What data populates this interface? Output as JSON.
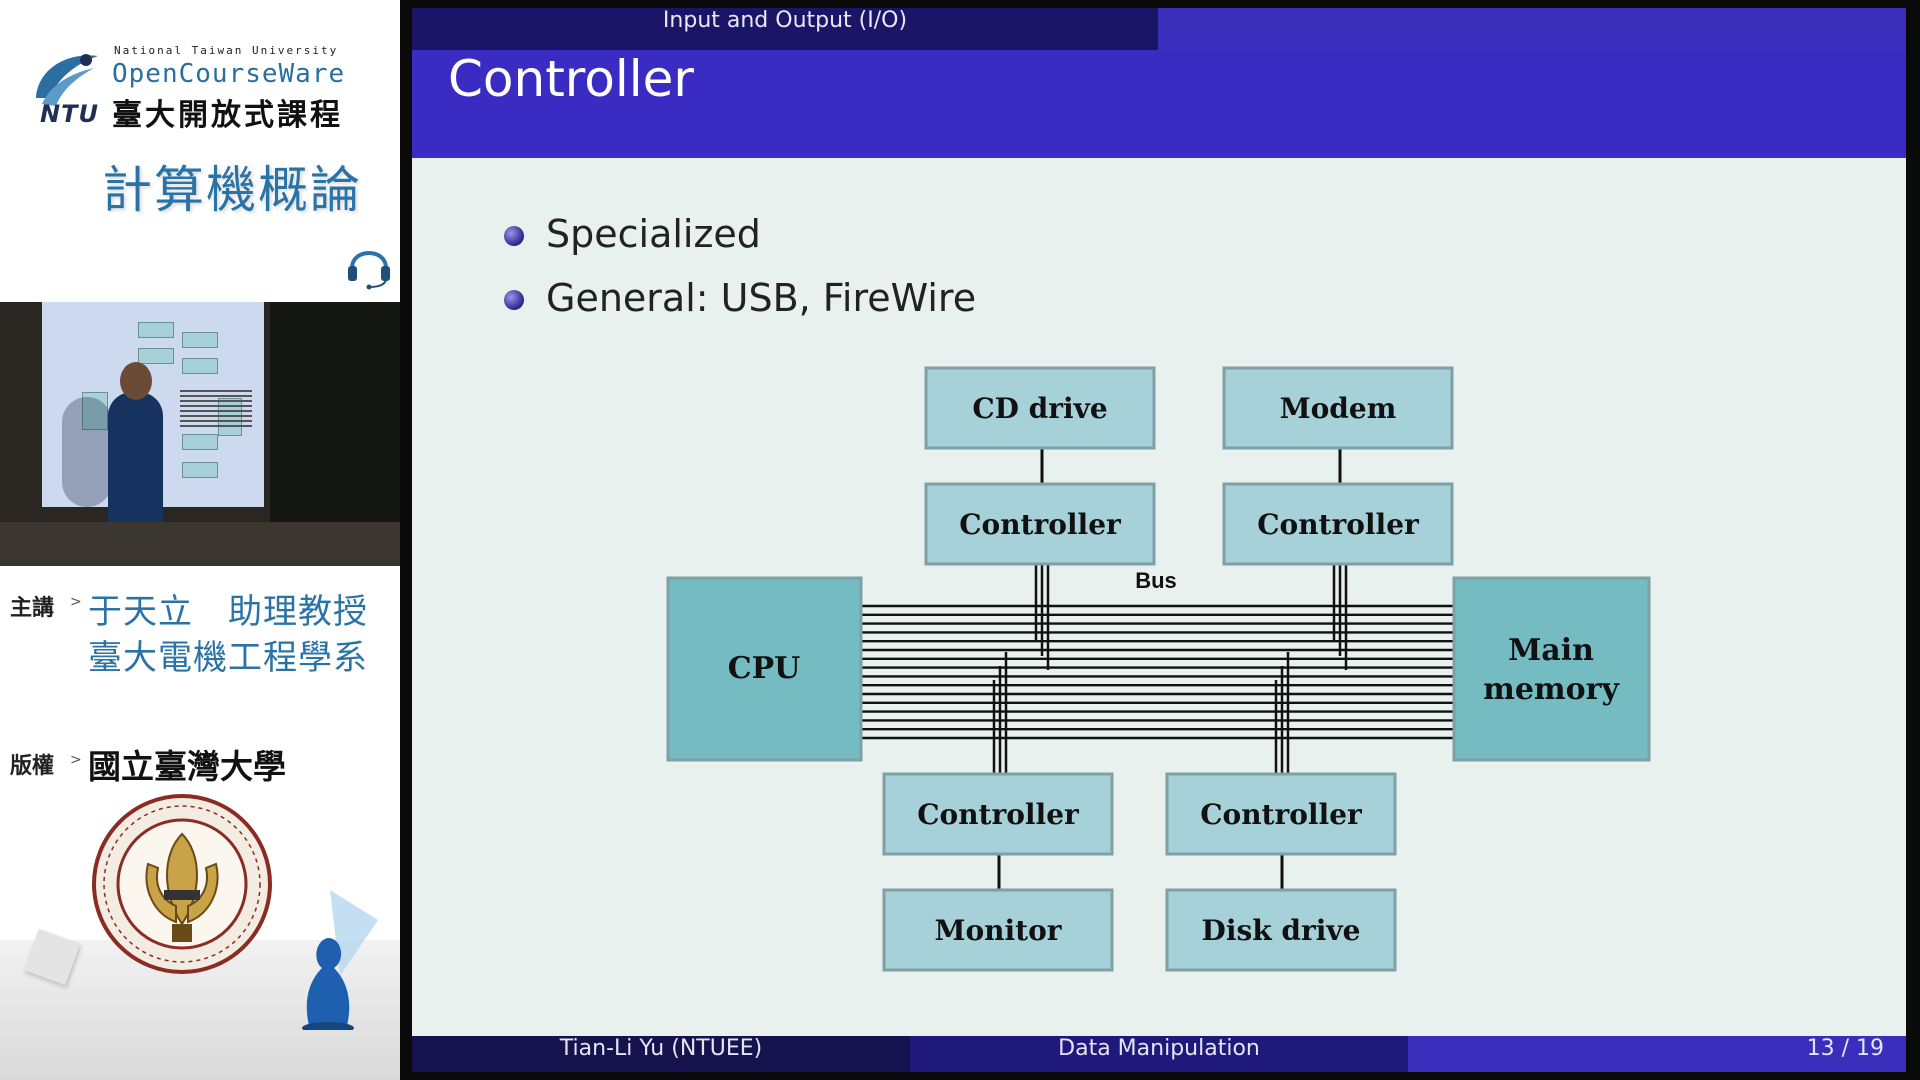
{
  "ocw": {
    "university_en": "National Taiwan University",
    "ocw_name": "OpenCourseWare",
    "ocw_name_cn": "臺大開放式課程",
    "logo_text": "NTU",
    "course_title": "計算機概論",
    "lecturer_label": "主講",
    "lecturer_name": "于天立　助理教授",
    "lecturer_dept": "臺大電機工程學系",
    "copyright_label": "版權",
    "copyright_holder": "國立臺灣大學",
    "caret": ">"
  },
  "slide": {
    "section": "Input and Output (I/O)",
    "title": "Controller",
    "bullets": [
      "Specialized",
      "General:  USB, FireWire"
    ],
    "diagram": {
      "bus_label": "Bus",
      "cpu": "CPU",
      "memory_line1": "Main",
      "memory_line2": "memory",
      "cd_drive": "CD drive",
      "modem": "Modem",
      "controller": "Controller",
      "monitor": "Monitor",
      "disk_drive": "Disk drive"
    },
    "footer": {
      "author": "Tian-Li Yu  (NTUEE)",
      "topic": "Data Manipulation",
      "page": "13 / 19"
    }
  },
  "colors": {
    "slide_bg": "#e9f1ee",
    "title_bar": "#3a2cc3",
    "section_bar_dark": "#1b1567",
    "box_fill": "#a6d1d8",
    "box_stroke": "#7ea0a6",
    "big_box_fill": "#74bcc2",
    "ocw_blue": "#2a73a6"
  },
  "icons": [
    "ntu-logo-icon",
    "headset-icon",
    "ntu-seal-icon",
    "pawn-icon",
    "bullet-icon"
  ]
}
